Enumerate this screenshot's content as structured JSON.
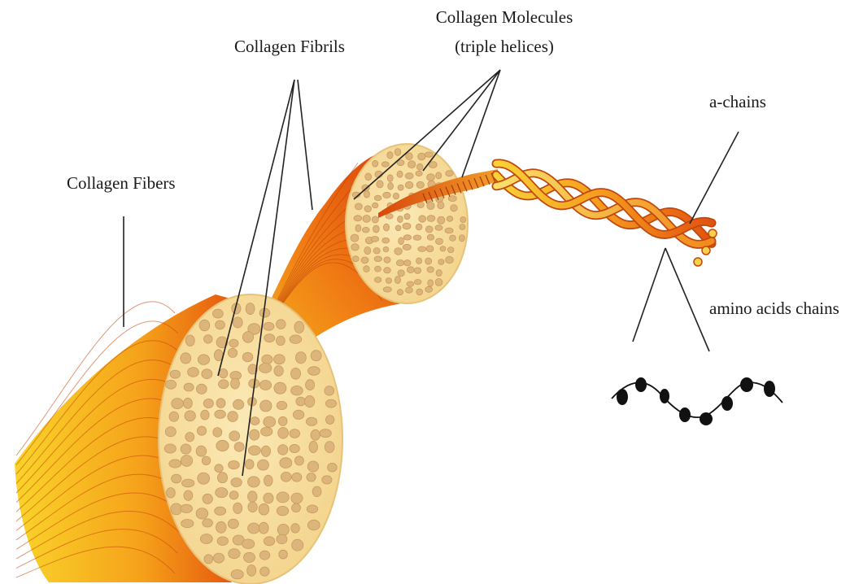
{
  "labels": {
    "collagen_fibers": "Collagen Fibers",
    "collagen_fibrils": "Collagen Fibrils",
    "collagen_molecules_line1": "Collagen Molecules",
    "collagen_molecules_line2": "(triple helices)",
    "a_chains": "a-chains",
    "amino_acids_chains": "amino acids chains"
  },
  "colors": {
    "fiber_orange": "#e85a10",
    "fiber_yellow": "#f6c21c",
    "cross_section": "#f7dfa0",
    "fibril_dot": "#d9b37a",
    "amino_bead": "#111111"
  }
}
